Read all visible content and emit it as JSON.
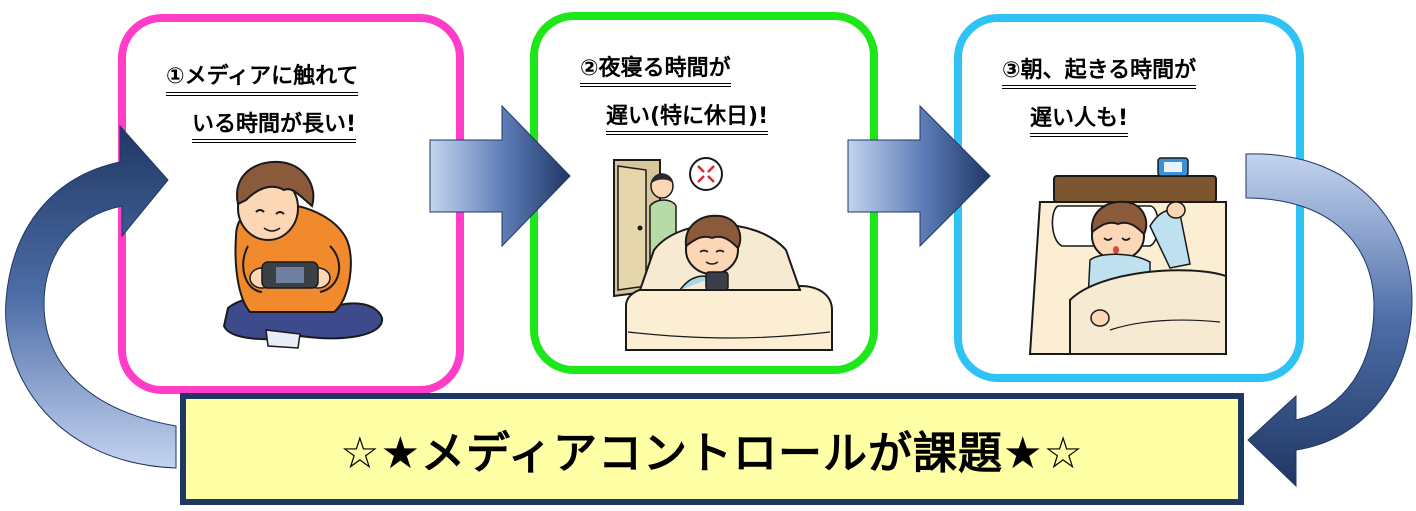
{
  "panels": [
    {
      "id": "media",
      "line1": "①メディアに触れて",
      "line2": "いる時間が長い!",
      "border_color": "#ff3dc8",
      "illustration": "boy-playing-handheld-game"
    },
    {
      "id": "bedtime",
      "line1": "②夜寝る時間が",
      "line2": "遅い(特に休日)!",
      "border_color": "#1de619",
      "illustration": "boy-in-bed-with-phone-parent-angry"
    },
    {
      "id": "wakeup",
      "line1": "③朝、起きる時間が",
      "line2": "遅い人も!",
      "border_color": "#2ec2f5",
      "illustration": "boy-sleeping-in-bed-alarm-clock"
    }
  ],
  "summary": {
    "text": "☆★メディアコントロールが課題★☆",
    "fill_color": "#ffffa6",
    "border_color": "#1f3763"
  },
  "arrows": {
    "color_dark": "#1f3763",
    "color_light": "#a9c1e6"
  }
}
